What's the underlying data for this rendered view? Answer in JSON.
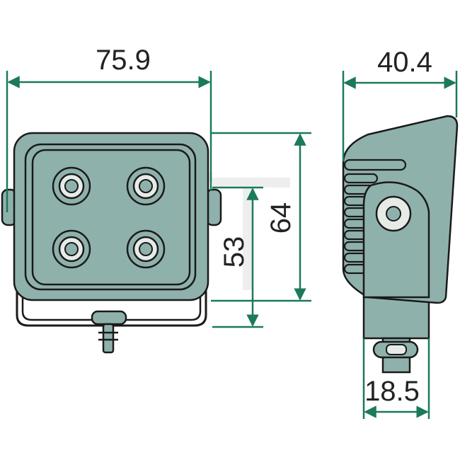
{
  "dimensions": {
    "front_width": "75.9",
    "side_width": "40.4",
    "height_outer": "64",
    "height_inner": "53",
    "bracket_width": "18.5"
  },
  "colors": {
    "body": "#8fb1ac",
    "outline": "#1a1a1a",
    "lens": "#e6ebe7",
    "dimension_line": "#1b7a5a",
    "watermark": "#eeeeee"
  }
}
